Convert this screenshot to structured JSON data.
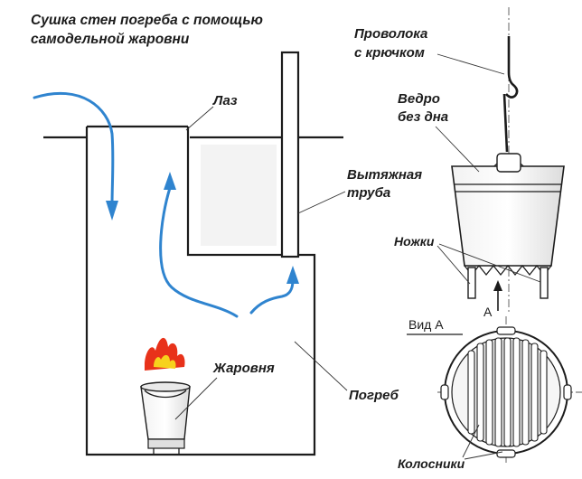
{
  "title": {
    "line1": "Сушка стен погреба с помощью",
    "line2": "самодельной жаровни"
  },
  "labels": {
    "hatch": "Лаз",
    "exhaust_line1": "Вытяжная",
    "exhaust_line2": "труба",
    "brazier": "Жаровня",
    "cellar": "Погреб",
    "wire_line1": "Проволока",
    "wire_line2": "с крючком",
    "bucket_line1": "Ведро",
    "bucket_line2": "без дна",
    "legs": "Ножки",
    "view_a": "Вид А",
    "view_marker": "А",
    "grates": "Колосники"
  },
  "colors": {
    "airflow": "#2f84cf",
    "flame_outer": "#e8321a",
    "flame_inner": "#f7d21c",
    "line": "#1c1c1c"
  }
}
